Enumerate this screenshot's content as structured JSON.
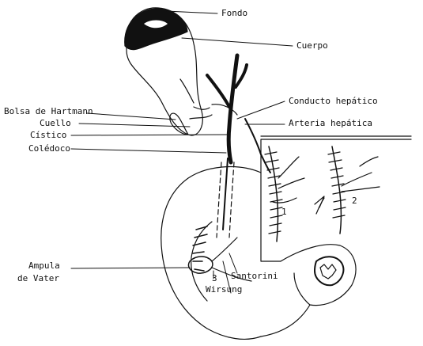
{
  "labels": {
    "fondo": "Fondo",
    "cuerpo": "Cuerpo",
    "bolsa_hartmann": "Bolsa de Hartmann",
    "cuello": "Cuello",
    "cistico": "Cístico",
    "coledoco": "Colédoco",
    "conducto_hepatico": "Conducto hepático",
    "arteria_hepatica": "Arteria hepática",
    "ampula_line1": "Ampula",
    "ampula_line2": "de Vater",
    "santorini": "Santorini",
    "wirsung": "Wirsung",
    "marker_1": "1",
    "marker_2": "2",
    "marker_3": "3"
  }
}
